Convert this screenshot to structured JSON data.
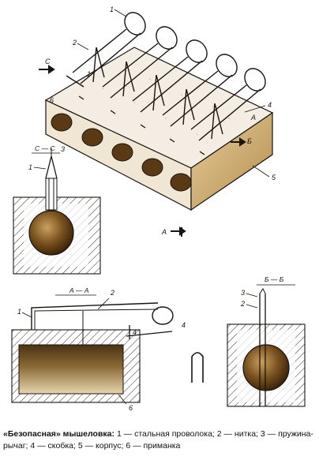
{
  "caption": {
    "title": "«Безопасная» мышеловка:",
    "legend": "1 — стальная проволока; 2 — нитка; 3 — пружина-рычаг; 4 — скобка; 5 — корпус; 6 — приманка"
  },
  "sections": {
    "cc": "С — С",
    "aa": "А — А",
    "bb": "Б — Б"
  },
  "markers": {
    "a": "А",
    "c": "С",
    "b": "Б"
  },
  "labels": {
    "n1": "1",
    "n2": "2",
    "n3": "3",
    "n4": "4",
    "n5": "5",
    "n6": "6"
  },
  "colors": {
    "ink": "#1a1410",
    "body_top": "#f3ede3",
    "body_side": "#c9a466",
    "hole": "#5a3a14",
    "bait": "#7a5220"
  }
}
